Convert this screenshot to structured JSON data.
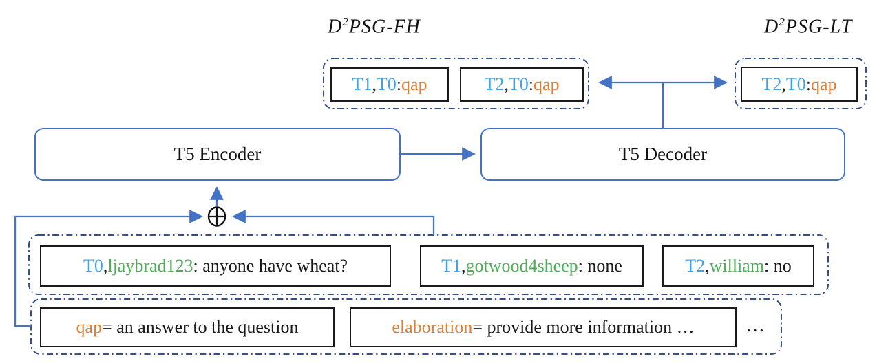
{
  "colors": {
    "line": "#4472c4",
    "frame": "#34508c",
    "turn": "#3fa2e8",
    "user": "#4fae58",
    "act": "#e07f35",
    "ink": "#1a1a1a"
  },
  "icons": {
    "concat": "circled-plus"
  },
  "titles": {
    "fh": {
      "base": "D",
      "sup": "2",
      "rest": "PSG-FH"
    },
    "lt": {
      "base": "D",
      "sup": "2",
      "rest": "PSG-LT"
    }
  },
  "encoder": {
    "label": "T5 Encoder"
  },
  "decoder": {
    "label": "T5 Decoder"
  },
  "outputs": {
    "fh": [
      [
        [
          "turn",
          "T1"
        ],
        [
          "plain",
          ", "
        ],
        [
          "turn",
          "T0"
        ],
        [
          "plain",
          ": "
        ],
        [
          "act",
          "qap"
        ]
      ],
      [
        [
          "turn",
          "T2"
        ],
        [
          "plain",
          ", "
        ],
        [
          "turn",
          "T0"
        ],
        [
          "plain",
          ": "
        ],
        [
          "act",
          "qap"
        ]
      ]
    ],
    "lt": [
      [
        [
          "turn",
          "T2"
        ],
        [
          "plain",
          ", "
        ],
        [
          "turn",
          "T0"
        ],
        [
          "plain",
          ": "
        ],
        [
          "act",
          "qap"
        ]
      ]
    ]
  },
  "utterances": [
    [
      [
        "turn",
        "T0"
      ],
      [
        "plain",
        ", "
      ],
      [
        "user",
        "ljaybrad123"
      ],
      [
        "plain",
        ": anyone have wheat?"
      ]
    ],
    [
      [
        "turn",
        "T1"
      ],
      [
        "plain",
        ", "
      ],
      [
        "user",
        "gotwood4sheep"
      ],
      [
        "plain",
        ": none"
      ]
    ],
    [
      [
        "turn",
        "T2"
      ],
      [
        "plain",
        ", "
      ],
      [
        "user",
        "william"
      ],
      [
        "plain",
        ": no"
      ]
    ]
  ],
  "acts": {
    "items": [
      [
        [
          "act",
          "qap"
        ],
        [
          "plain",
          " = an answer to the question"
        ]
      ],
      [
        [
          "act",
          "elaboration"
        ],
        [
          "plain",
          " = provide more information …"
        ]
      ]
    ],
    "more": "…"
  }
}
